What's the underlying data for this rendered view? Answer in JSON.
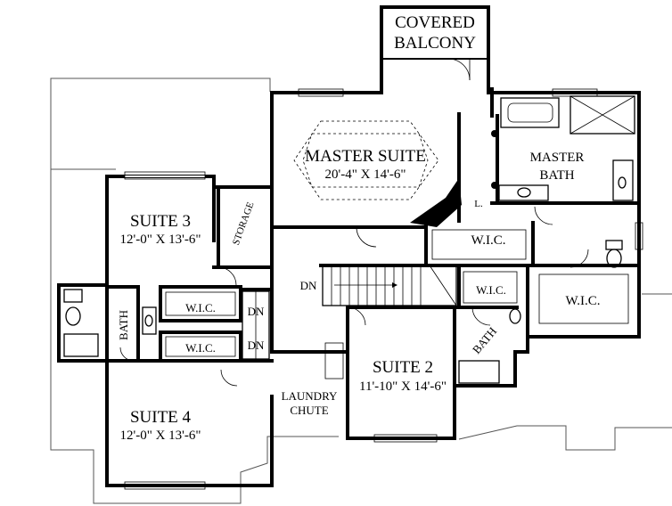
{
  "rooms": {
    "covered_balcony": {
      "line1": "COVERED",
      "line2": "BALCONY"
    },
    "master_suite": {
      "name": "MASTER SUITE",
      "dims": "20'-4\" X 14'-6\""
    },
    "master_bath": {
      "line1": "MASTER",
      "line2": "BATH"
    },
    "linen": "L.",
    "master_wic_left": "W.I.C.",
    "master_wic_right": "W.I.C.",
    "suite3": {
      "name": "SUITE 3",
      "dims": "12'-0\" X 13'-6\""
    },
    "storage": "STORAGE",
    "suite3_wic": "W.I.C.",
    "suite4_wic": "W.I.C.",
    "jack_bath": "BATH",
    "suite4": {
      "name": "SUITE 4",
      "dims": "12'-0\" X 13'-6\""
    },
    "stair_dn_main": "DN",
    "stair_dn_upper": "DN",
    "stair_dn_lower": "DN",
    "laundry_chute": {
      "line1": "LAUNDRY",
      "line2": "CHUTE"
    },
    "suite2": {
      "name": "SUITE 2",
      "dims": "11'-10\" X 14'-6\""
    },
    "suite2_wic": "W.I.C.",
    "suite2_bath": "BATH"
  }
}
